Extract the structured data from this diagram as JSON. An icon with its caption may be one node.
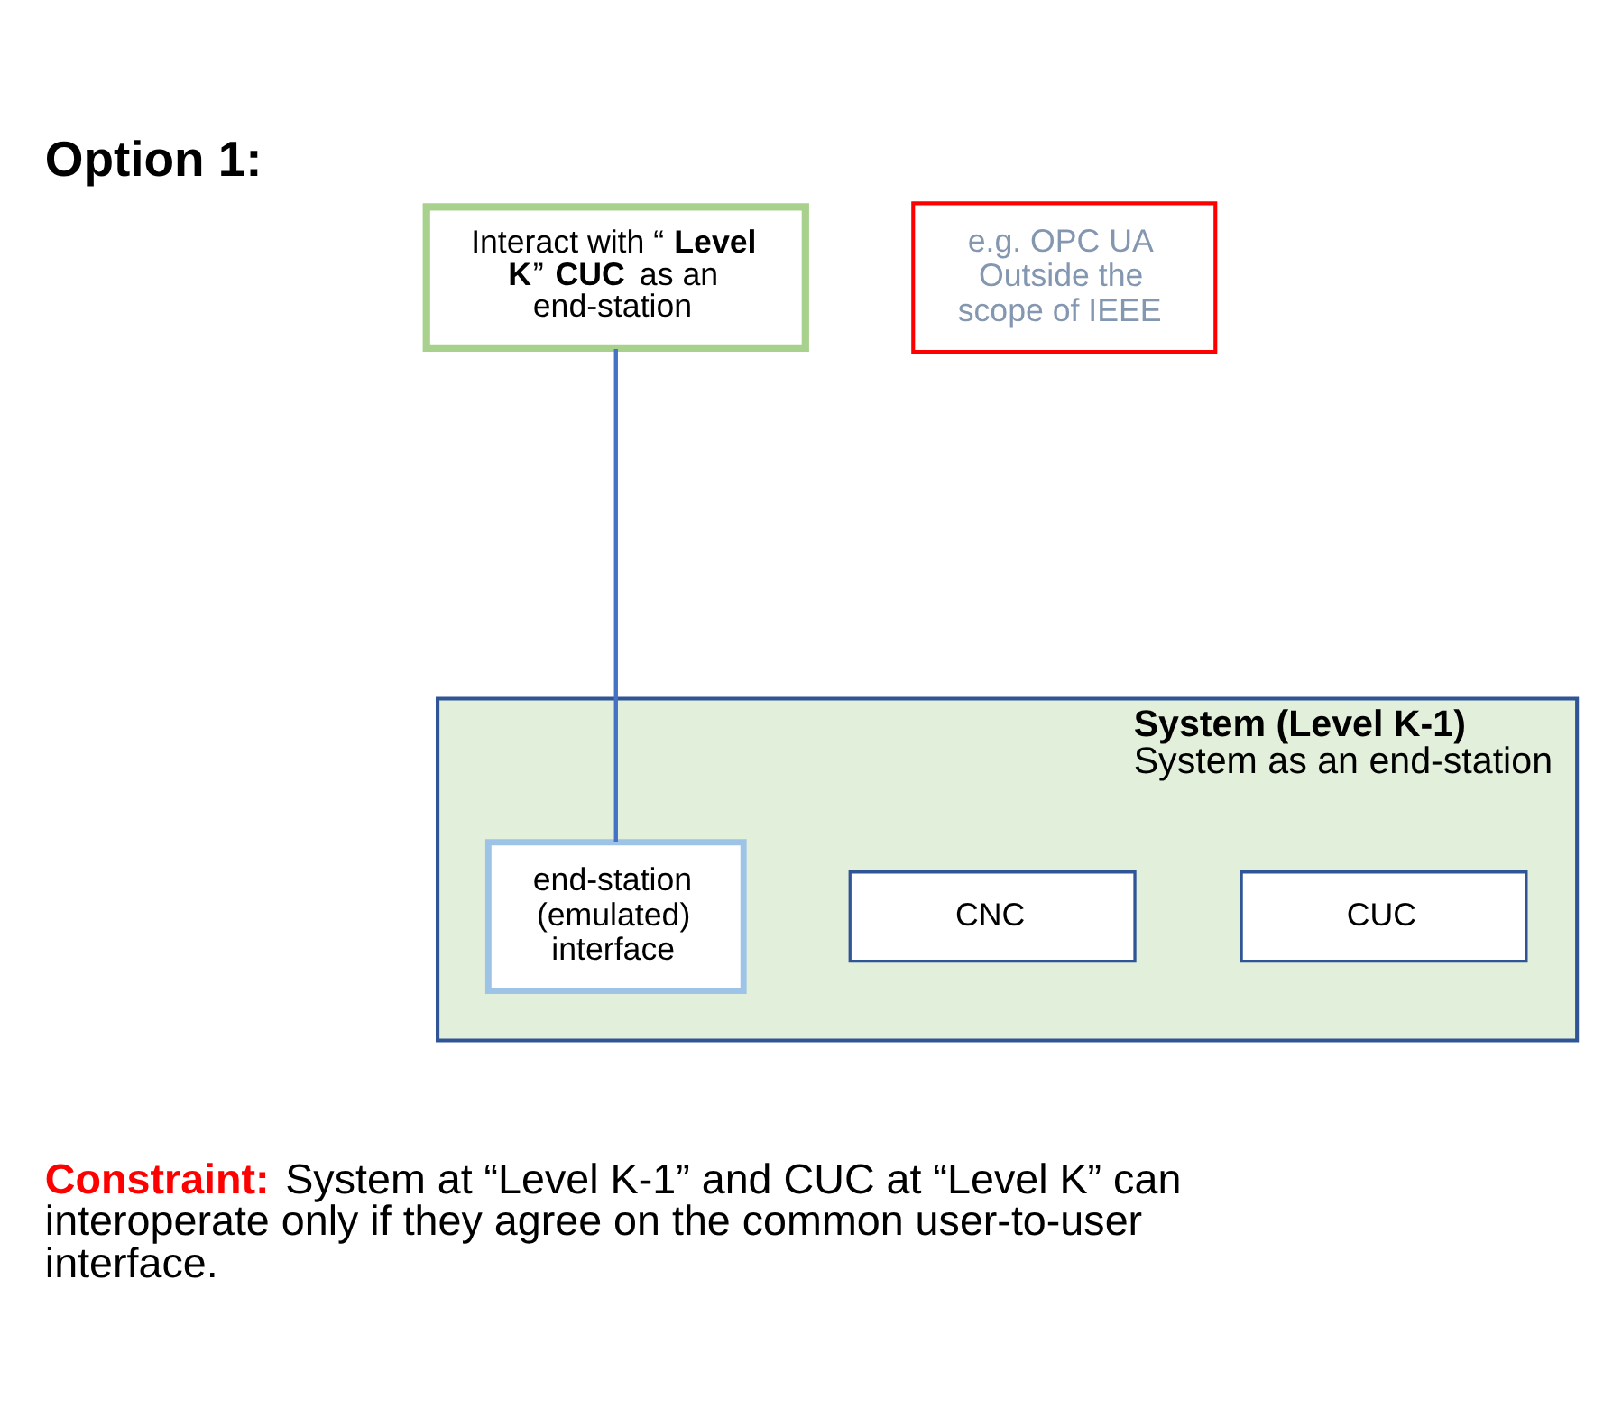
{
  "diagram": {
    "title": "Option 1:",
    "nodes": [
      {
        "text": [
          "Interact with “**Level K**” **CUC** as an end-station"
        ]
      },
      {
        "text": [
          "e.g. OPC UA Outside the scope of IEEE"
        ]
      },
      {
        "text": [
          "System (Level K-1)",
          "System as an end-station"
        ]
      },
      {
        "text": [
          "CUC"
        ],
        "in": 2
      },
      {
        "text": [
          "CNC"
        ],
        "in": 2
      },
      {
        "text": [
          "end-station (emulated) interface"
        ],
        "in": 2
      }
    ],
    "edges": [
      {
        "from": 0,
        "to": 5,
        "arrow": "none"
      }
    ],
    "labels": [
      "**Constraint:** System at “Level K-1” and CUC at “Level K” can interoperate only if they agree on the common user-to-user interface."
    ]
  }
}
